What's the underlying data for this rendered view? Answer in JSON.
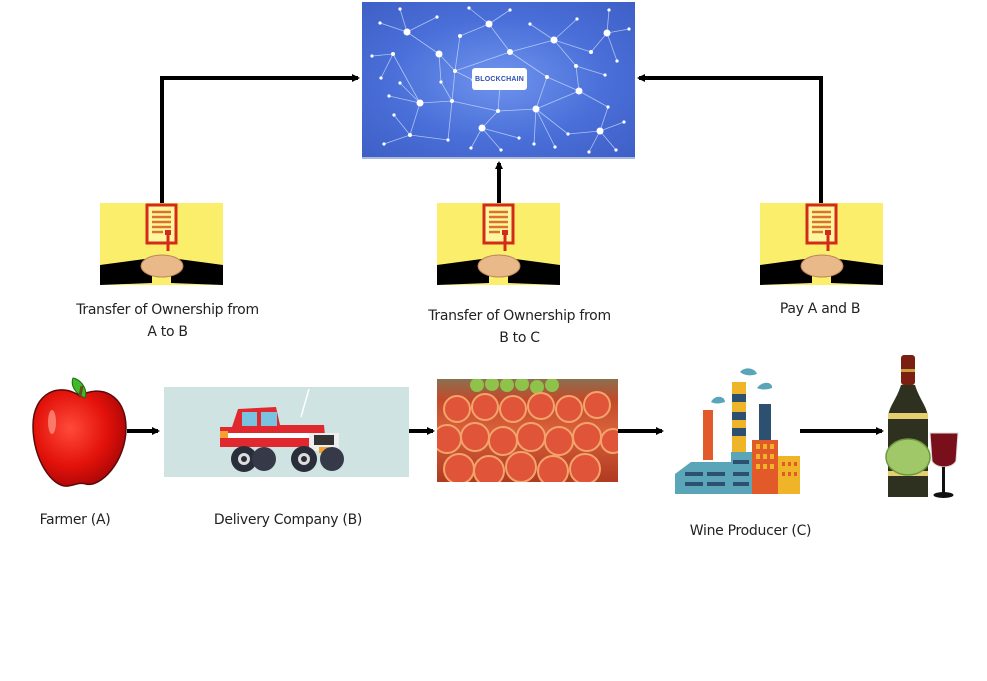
{
  "blockchain": {
    "badge": "BLOCKCHAIN",
    "background_color": "#4a6fd8"
  },
  "contracts": [
    {
      "id": "a-to-b",
      "label_line1": "Transfer of Ownership from",
      "label_line2": "A to B"
    },
    {
      "id": "b-to-c",
      "label_line1": "Transfer of Ownership from",
      "label_line2": "B to C"
    },
    {
      "id": "pay",
      "label_line1": "Pay A and B",
      "label_line2": ""
    }
  ],
  "supply_chain": [
    {
      "id": "farmer",
      "label": "Farmer (A)",
      "icon": "apple-icon"
    },
    {
      "id": "delivery",
      "label": "Delivery Company (B)",
      "icon": "truck-icon"
    },
    {
      "id": "apples",
      "label": "",
      "icon": "apples-crate-image"
    },
    {
      "id": "wine-producer",
      "label": "Wine Producer (C)",
      "icon": "factory-icon"
    },
    {
      "id": "wine",
      "label": "",
      "icon": "wine-bottle-icon"
    }
  ],
  "colors": {
    "contract_bg": "#fbee6b",
    "contract_red": "#d42a1a",
    "arrow": "#000000"
  }
}
